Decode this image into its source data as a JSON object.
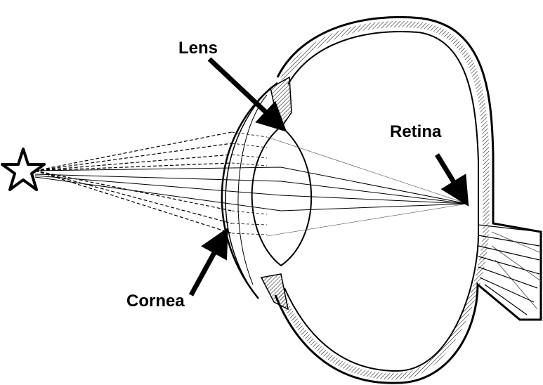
{
  "labels": {
    "lens": "Lens",
    "retina": "Retina",
    "cornea": "Cornea"
  },
  "icons": {
    "source": "star-icon"
  },
  "colors": {
    "ink": "#000000",
    "background": "#ffffff"
  }
}
